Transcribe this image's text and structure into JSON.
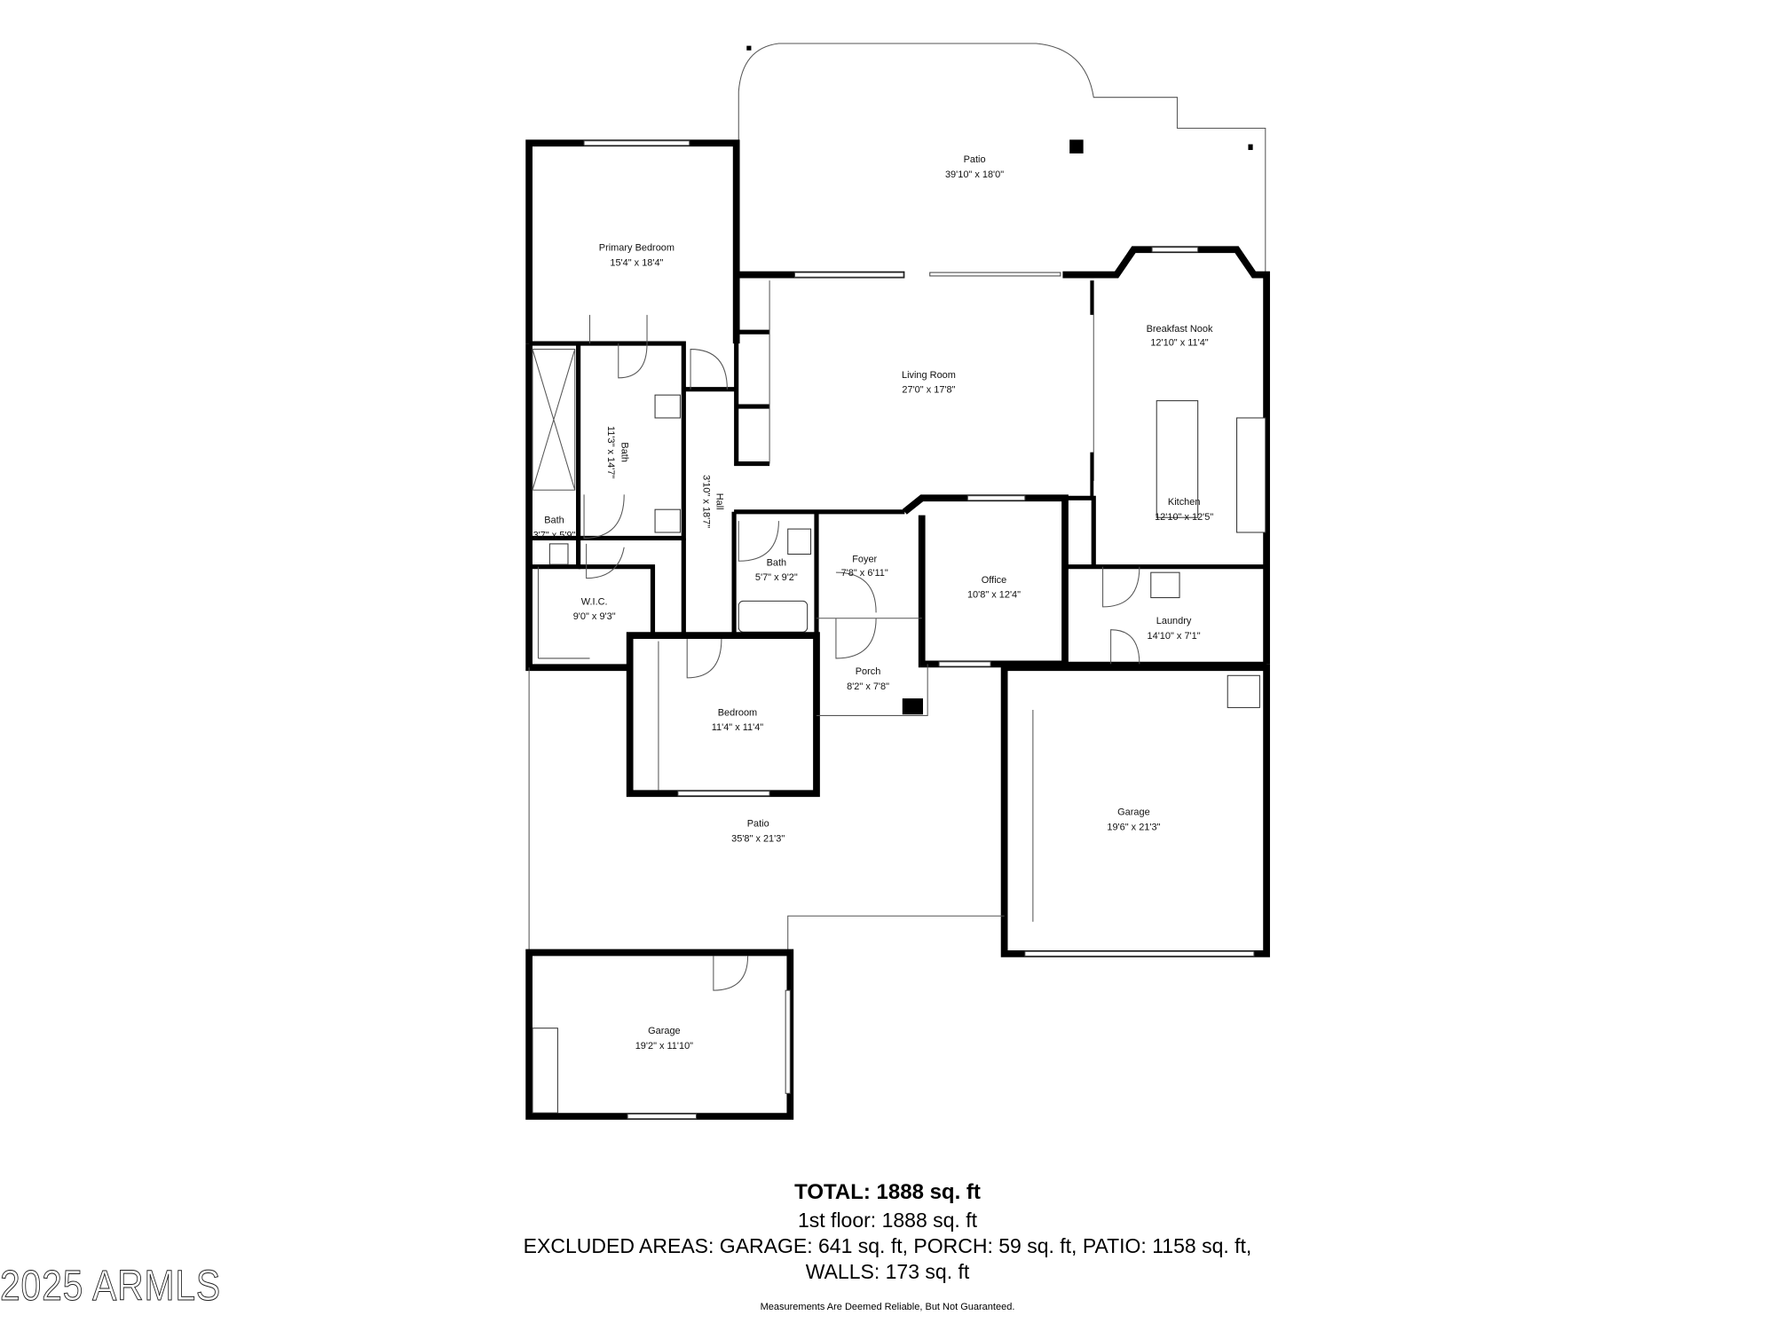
{
  "rooms": {
    "patio_top": {
      "name": "Patio",
      "dims": "39'10\" x 18'0\""
    },
    "primary_bedroom": {
      "name": "Primary Bedroom",
      "dims": "15'4\" x 18'4\""
    },
    "breakfast_nook": {
      "name": "Breakfast Nook",
      "dims": "12'10\" x 11'4\""
    },
    "living_room": {
      "name": "Living Room",
      "dims": "27'0\" x 17'8\""
    },
    "primary_bath": {
      "name": "Bath",
      "dims": "11'3\" x 14'7\""
    },
    "hall": {
      "name": "Hall",
      "dims": "3'10\" x 18'7\""
    },
    "kitchen": {
      "name": "Kitchen",
      "dims": "12'10\" x 12'5\""
    },
    "small_bath": {
      "name": "Bath",
      "dims": "3'7\" x 5'9\""
    },
    "bath2": {
      "name": "Bath",
      "dims": "5'7\" x 9'2\""
    },
    "foyer": {
      "name": "Foyer",
      "dims": "7'8\" x 6'11\""
    },
    "office": {
      "name": "Office",
      "dims": "10'8\" x 12'4\""
    },
    "wic": {
      "name": "W.I.C.",
      "dims": "9'0\" x 9'3\""
    },
    "laundry": {
      "name": "Laundry",
      "dims": "14'10\" x 7'1\""
    },
    "porch": {
      "name": "Porch",
      "dims": "8'2\" x 7'8\""
    },
    "bedroom": {
      "name": "Bedroom",
      "dims": "11'4\" x 11'4\""
    },
    "garage_right": {
      "name": "Garage",
      "dims": "19'6\" x 21'3\""
    },
    "patio_bottom": {
      "name": "Patio",
      "dims": "35'8\" x 21'3\""
    },
    "garage_left": {
      "name": "Garage",
      "dims": "19'2\" x 11'10\""
    }
  },
  "summary": {
    "total": "TOTAL: 1888 sq. ft",
    "first_floor": "1st floor: 1888 sq. ft",
    "excluded": "EXCLUDED AREAS: GARAGE: 641 sq. ft, PORCH: 59 sq. ft, PATIO: 1158 sq. ft,",
    "walls": "WALLS: 173 sq. ft",
    "disclaimer": "Measurements Are Deemed Reliable, But Not Guaranteed."
  },
  "watermark": "2025 ARMLS"
}
